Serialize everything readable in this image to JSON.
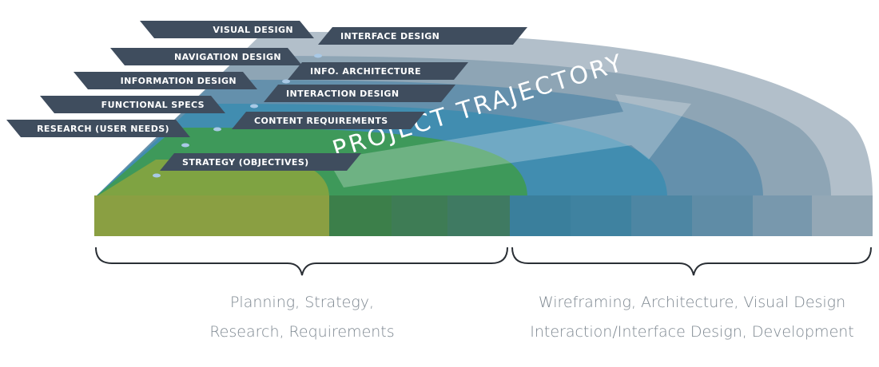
{
  "diagram": {
    "trajectory_label": "PROJECT TRAJECTORY",
    "layers_left": [
      "VISUAL DESIGN",
      "NAVIGATION DESIGN",
      "INFORMATION DESIGN",
      "FUNCTIONAL SPECS",
      "RESEARCH (USER NEEDS)"
    ],
    "layers_right": [
      "INTERFACE DESIGN",
      "INFO. ARCHITECTURE",
      "INTERACTION DESIGN",
      "CONTENT REQUIREMENTS",
      "STRATEGY (OBJECTIVES)"
    ],
    "phases": {
      "left": {
        "line1": "Planning, Strategy,",
        "line2": "Research, Requirements"
      },
      "right": {
        "line1": "Wireframing, Architecture, Visual Design",
        "line2": "Interaction/Interface Design, Development"
      }
    },
    "colors": {
      "flag": "#3f4d5e",
      "strategy_green": "#8a9e40",
      "green": "#3e8f4a",
      "teal": "#3f8aa3",
      "slate": "#8a9dab",
      "brace": "#2a2f35"
    }
  }
}
